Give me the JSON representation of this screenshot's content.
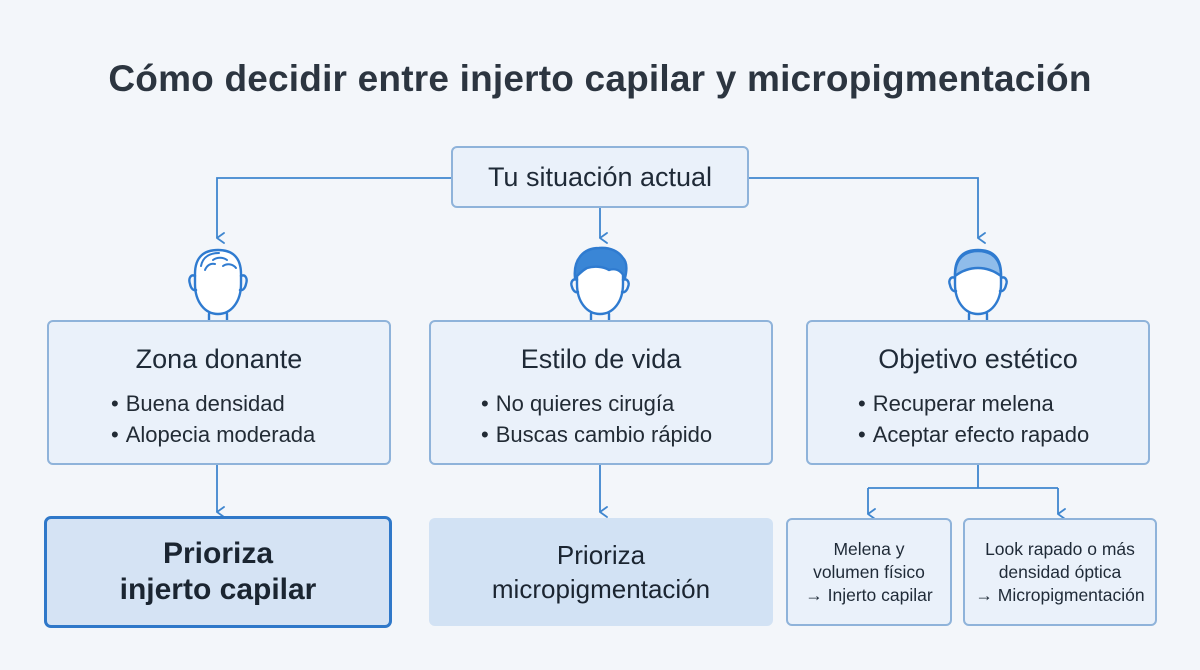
{
  "title": "Cómo decidir entre injerto capilar y micropigmentación",
  "root": {
    "label": "Tu situación actual"
  },
  "branches": [
    {
      "title": "Zona donante",
      "bullets": [
        "Buena densidad",
        "Alopecia moderada"
      ],
      "icon": "head-thinning-hair-icon",
      "result_lines": [
        "Prioriza",
        "injerto capilar"
      ]
    },
    {
      "title": "Estilo de vida",
      "bullets": [
        "No quieres cirugía",
        "Buscas cambio rápido"
      ],
      "icon": "head-full-hair-icon",
      "result_lines": [
        "Prioriza",
        "micropigmentación"
      ]
    },
    {
      "title": "Objetivo estético",
      "bullets": [
        "Recuperar melena",
        "Aceptar efecto rapado"
      ],
      "icon": "head-buzzcut-icon",
      "outcomes": [
        {
          "lines": [
            "Melena y",
            "volumen físico",
            "→ Injerto capilar"
          ]
        },
        {
          "lines": [
            "Look rapado o más",
            "densidad óptica",
            "→ Micropigmentación"
          ]
        }
      ]
    }
  ],
  "colors": {
    "line": "#3f86cf",
    "box_border": "#8fb3da",
    "box_fill": "#eaf1fa",
    "highlight_border": "#2f78c9",
    "highlight_fill": "#d5e3f4",
    "icon_dark": "#2f7bd0",
    "icon_light": "#8fbcea"
  }
}
